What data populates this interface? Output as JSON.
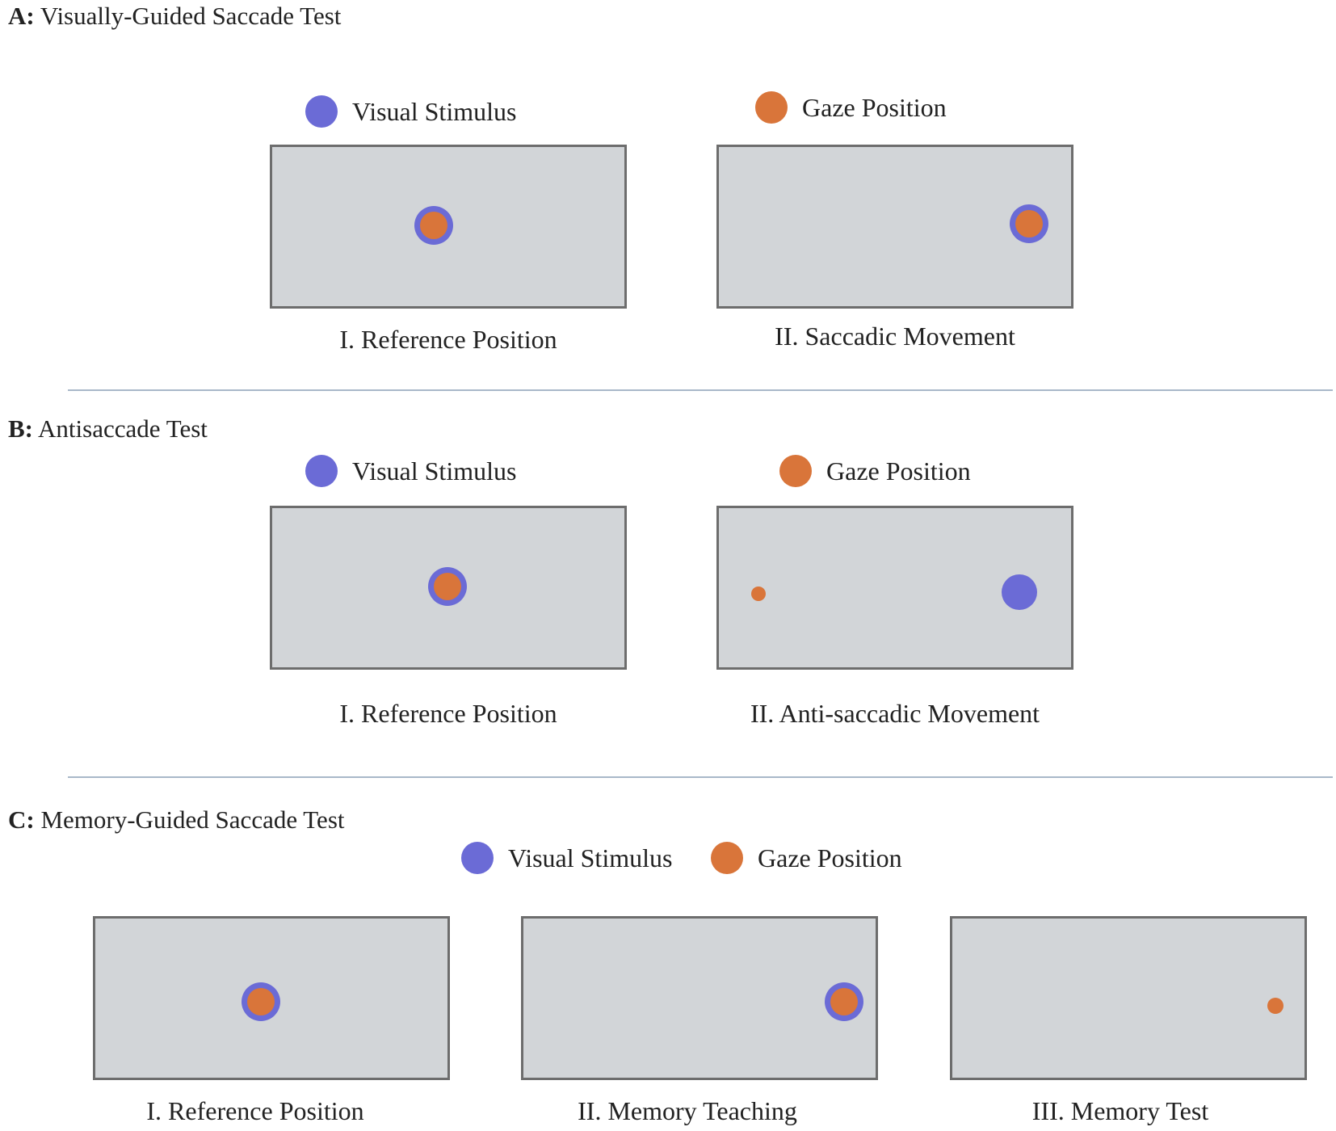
{
  "legend": {
    "stimulus": "Visual Stimulus",
    "gaze": "Gaze Position",
    "stimulus_color": "#6b6bd6",
    "gaze_color": "#d9753a"
  },
  "sections": [
    {
      "letter": "A:",
      "title": "Visually-Guided Saccade Test",
      "panels": [
        {
          "caption": "I. Reference Position"
        },
        {
          "caption": "II. Saccadic Movement"
        }
      ]
    },
    {
      "letter": "B:",
      "title": "Antisaccade Test",
      "panels": [
        {
          "caption": "I. Reference Position"
        },
        {
          "caption": "II. Anti-saccadic Movement"
        }
      ]
    },
    {
      "letter": "C:",
      "title": "Memory-Guided Saccade Test",
      "panels": [
        {
          "caption": "I. Reference Position"
        },
        {
          "caption": "II. Memory Teaching"
        },
        {
          "caption": "III. Memory Test"
        }
      ]
    }
  ]
}
